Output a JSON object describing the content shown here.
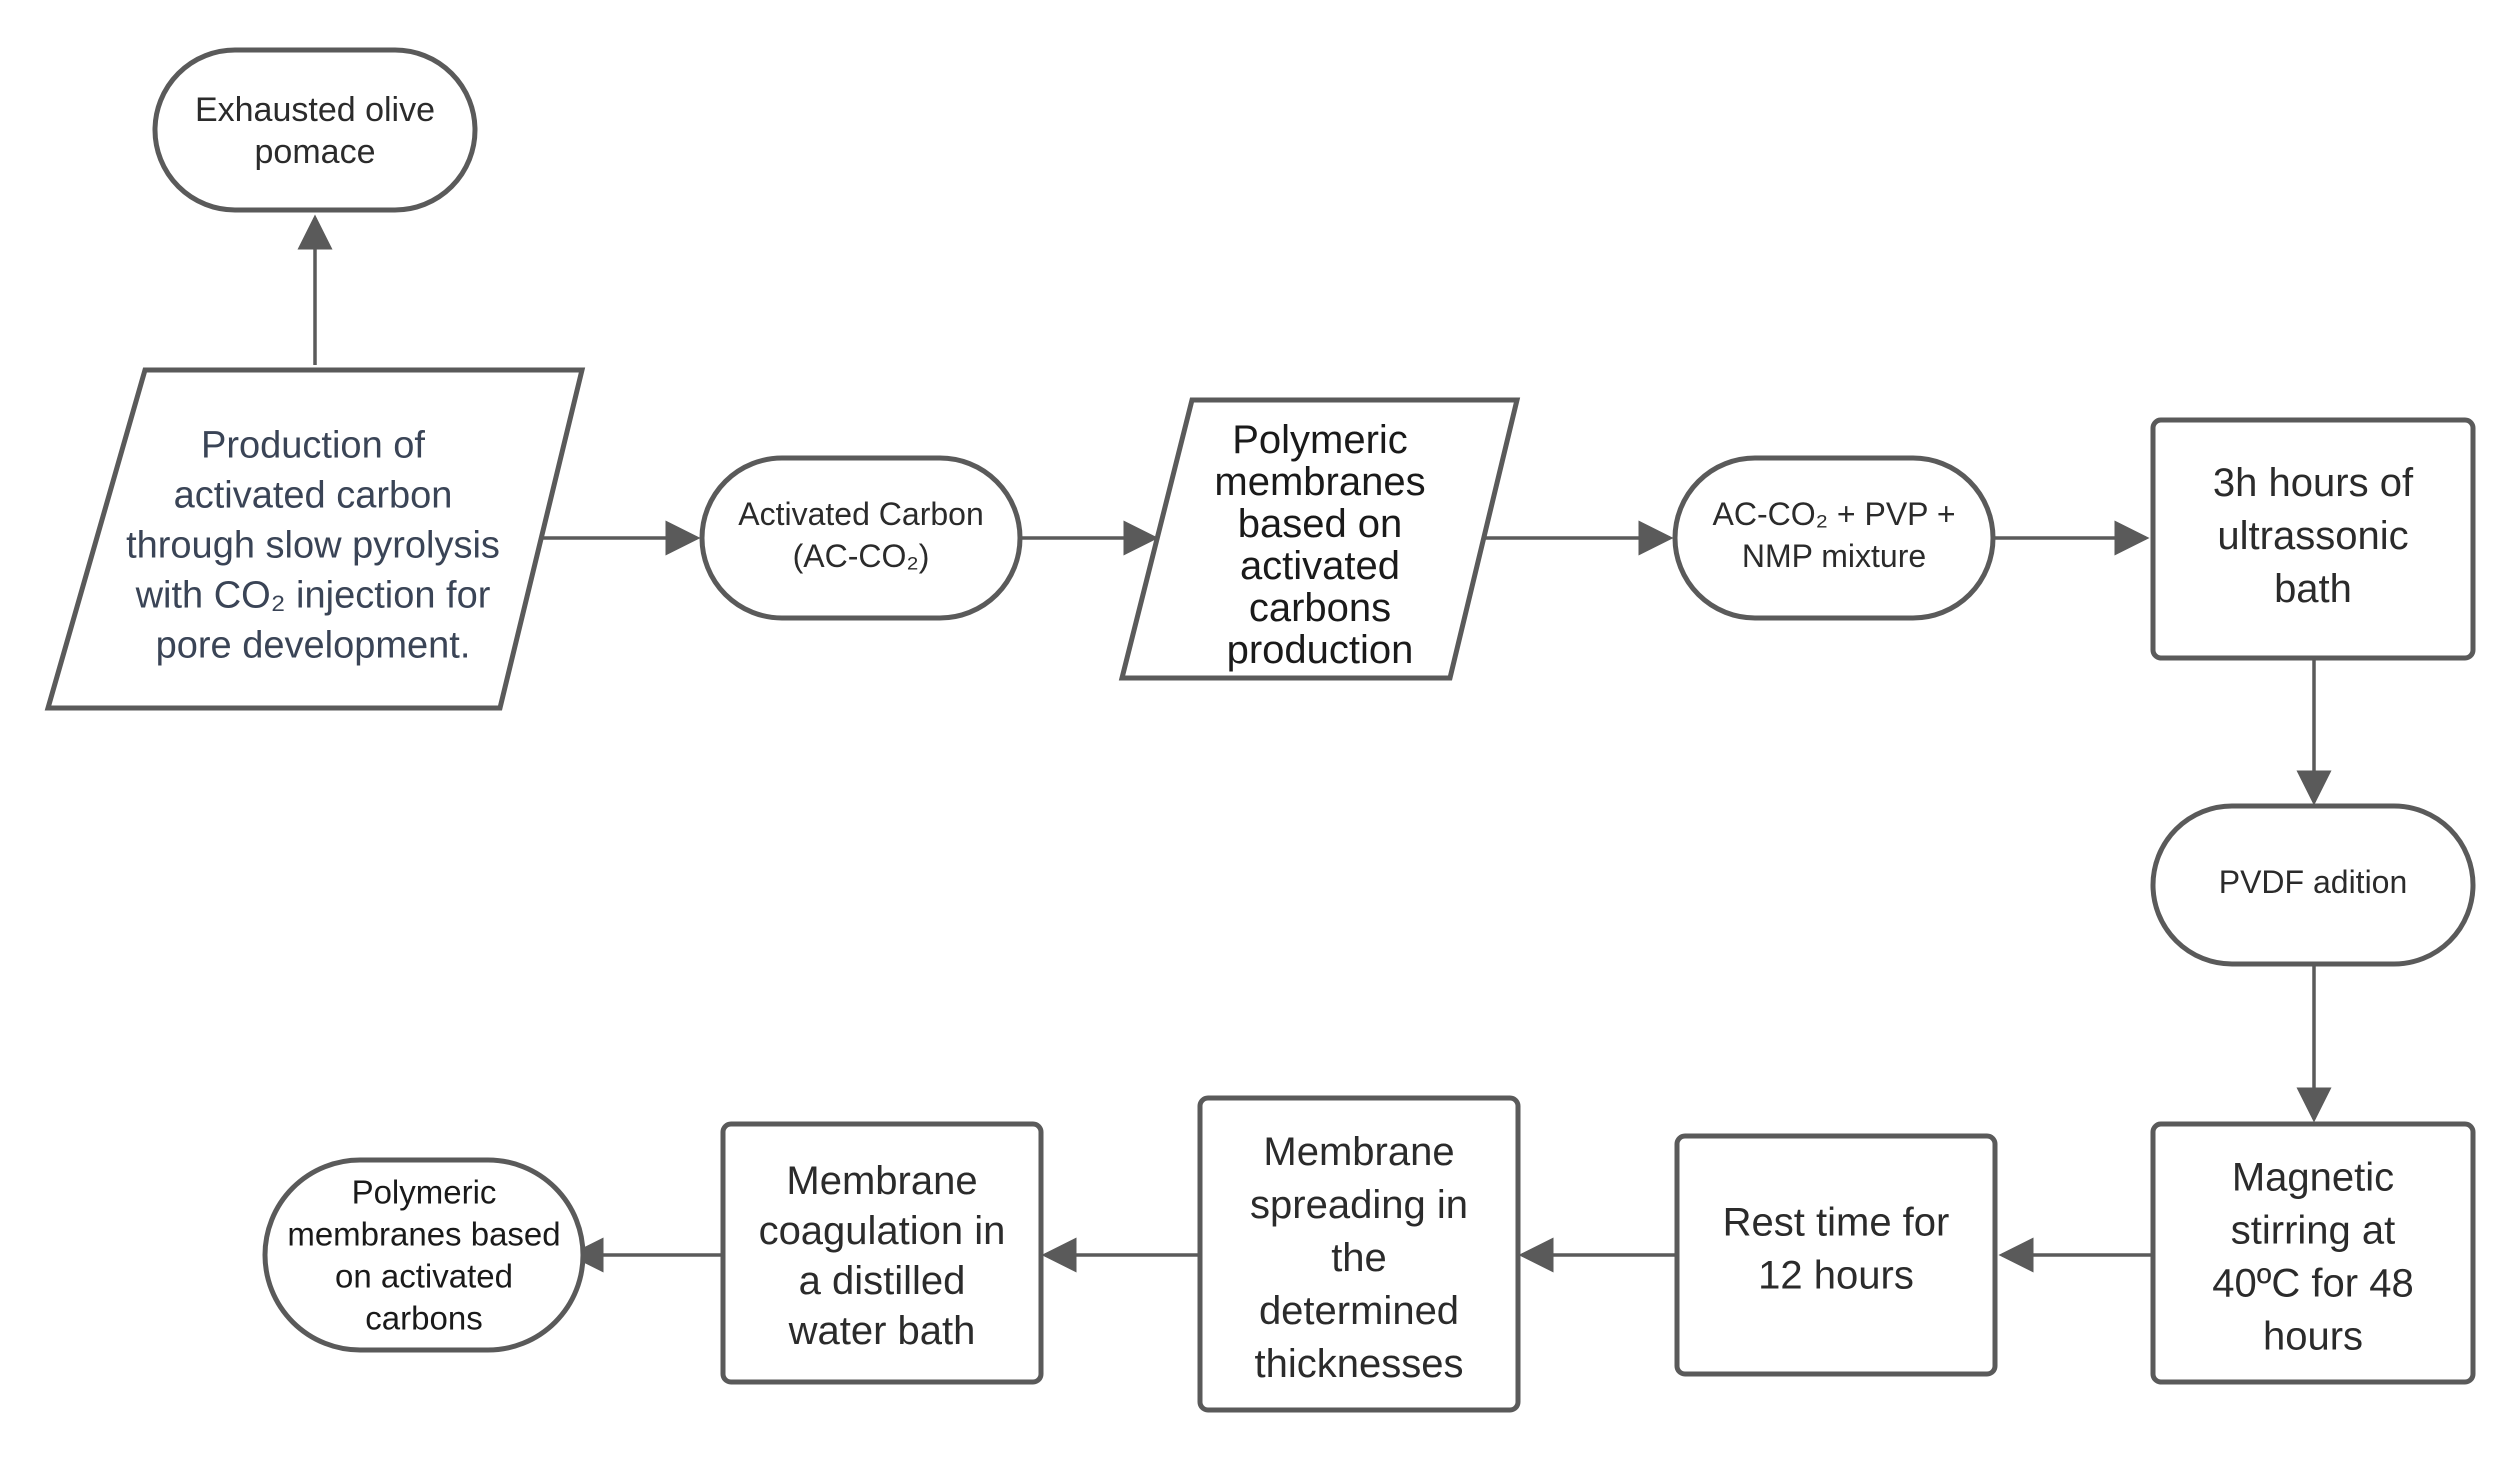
{
  "diagram": {
    "nodes": [
      {
        "id": "exhausted-olive-pomace",
        "shape": "terminal",
        "lines": [
          "Exhausted olive",
          "pomace"
        ]
      },
      {
        "id": "production-activated-carbon",
        "shape": "parallelogram",
        "lines": [
          "Production of",
          "activated carbon",
          "through slow pyrolysis",
          "with CO₂ injection for",
          "pore development."
        ]
      },
      {
        "id": "activated-carbon",
        "shape": "terminal",
        "lines": [
          "Activated Carbon",
          "(AC-CO₂)"
        ]
      },
      {
        "id": "polymeric-membranes-production",
        "shape": "parallelogram",
        "lines": [
          "Polymeric",
          "membranes",
          "based on",
          "activated",
          "carbons",
          "production"
        ]
      },
      {
        "id": "ac-pvp-nmp-mixture",
        "shape": "terminal",
        "lines": [
          "AC-CO₂ + PVP +",
          "NMP mixture"
        ]
      },
      {
        "id": "ultrassonic-bath",
        "shape": "rect",
        "lines": [
          "3h hours of",
          "ultrassonic",
          "bath"
        ]
      },
      {
        "id": "pvdf-adition",
        "shape": "terminal",
        "lines": [
          "PVDF adition"
        ]
      },
      {
        "id": "magnetic-stirring",
        "shape": "rect",
        "lines": [
          "Magnetic",
          "stirring at",
          "40ºC for 48",
          "hours"
        ]
      },
      {
        "id": "rest-time",
        "shape": "rect",
        "lines": [
          "Rest time for",
          "12 hours"
        ]
      },
      {
        "id": "membrane-spreading",
        "shape": "rect",
        "lines": [
          "Membrane",
          "spreading in",
          "the",
          "determined",
          "thicknesses"
        ]
      },
      {
        "id": "membrane-coagulation",
        "shape": "rect",
        "lines": [
          "Membrane",
          "coagulation in",
          "a distilled",
          "water bath"
        ]
      },
      {
        "id": "polymeric-membranes-final",
        "shape": "terminal",
        "lines": [
          "Polymeric",
          "membranes based",
          "on activated",
          "carbons"
        ]
      }
    ],
    "edges": [
      {
        "from": "production-activated-carbon",
        "to": "exhausted-olive-pomace"
      },
      {
        "from": "production-activated-carbon",
        "to": "activated-carbon"
      },
      {
        "from": "activated-carbon",
        "to": "polymeric-membranes-production"
      },
      {
        "from": "polymeric-membranes-production",
        "to": "ac-pvp-nmp-mixture"
      },
      {
        "from": "ac-pvp-nmp-mixture",
        "to": "ultrassonic-bath"
      },
      {
        "from": "ultrassonic-bath",
        "to": "pvdf-adition"
      },
      {
        "from": "pvdf-adition",
        "to": "magnetic-stirring"
      },
      {
        "from": "magnetic-stirring",
        "to": "rest-time"
      },
      {
        "from": "rest-time",
        "to": "membrane-spreading"
      },
      {
        "from": "membrane-spreading",
        "to": "membrane-coagulation"
      },
      {
        "from": "membrane-coagulation",
        "to": "polymeric-membranes-final"
      }
    ],
    "colors": {
      "stroke": "#5a5a5a",
      "fill": "#ffffff",
      "text": "#2b2b2b"
    }
  }
}
